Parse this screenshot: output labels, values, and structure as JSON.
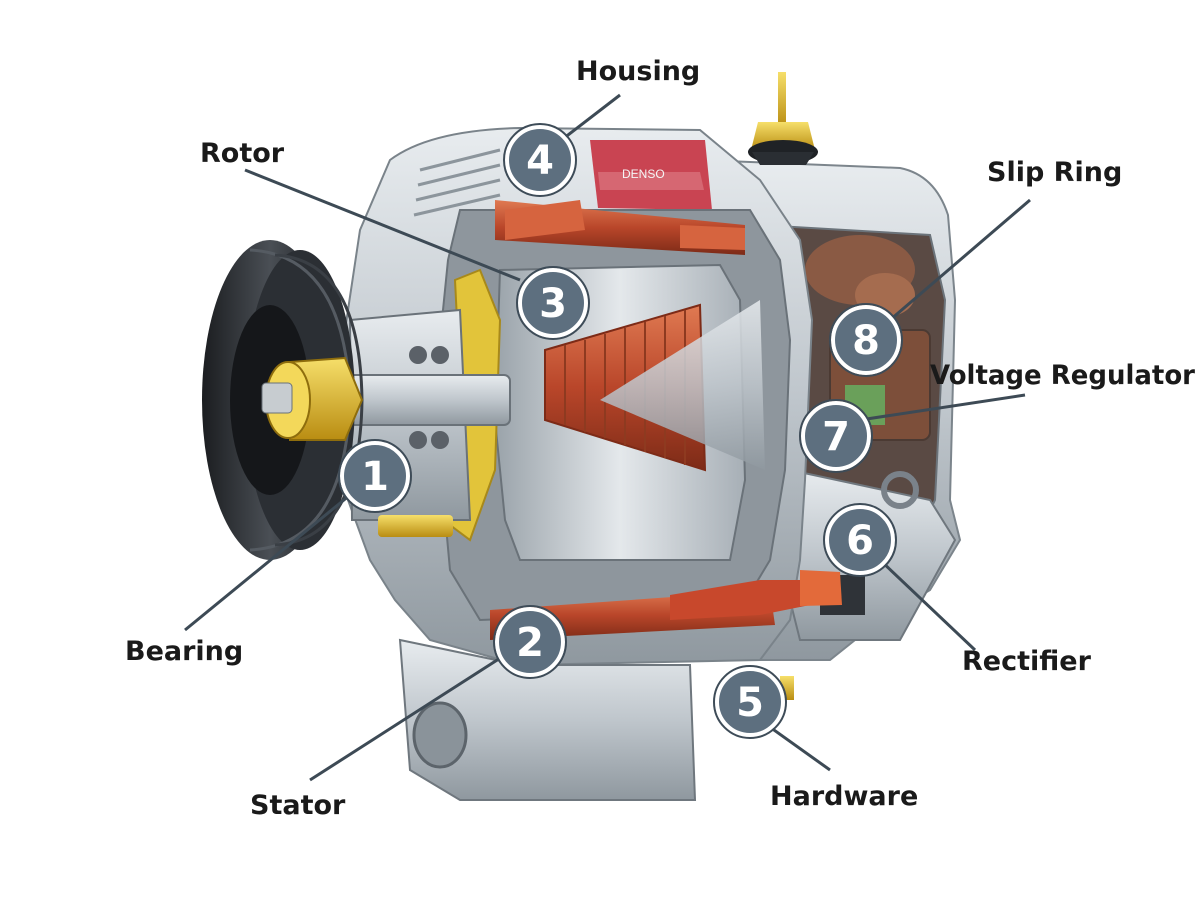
{
  "brand_plate": "DENSO",
  "parts": [
    {
      "number": "1",
      "label": "Bearing"
    },
    {
      "number": "2",
      "label": "Stator"
    },
    {
      "number": "3",
      "label": "Rotor"
    },
    {
      "number": "4",
      "label": "Housing"
    },
    {
      "number": "5",
      "label": "Hardware"
    },
    {
      "number": "6",
      "label": "Rectifier"
    },
    {
      "number": "7",
      "label": "Voltage Regulator"
    },
    {
      "number": "8",
      "label": "Slip Ring"
    }
  ],
  "colors": {
    "badge": "#5d6f7f",
    "copper": "#c0502f",
    "housing": "#c9ced3",
    "brass": "#e2b92a"
  }
}
